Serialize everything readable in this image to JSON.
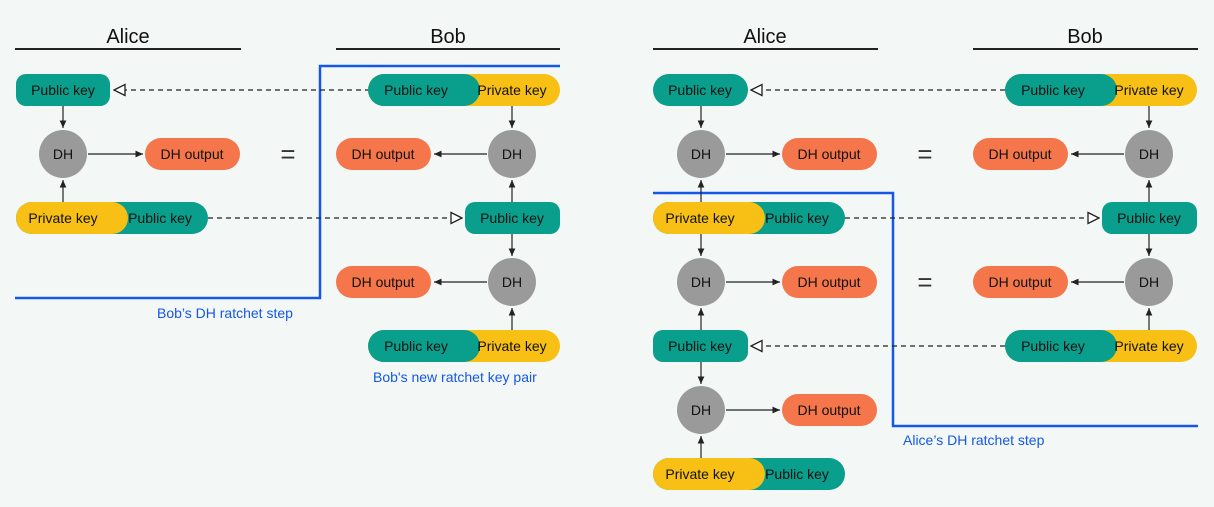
{
  "colors": {
    "public_key": "#0a9e8c",
    "private_key": "#f8bf14",
    "dh_output": "#f5764a",
    "dh_node": "#9a9a9a",
    "ratchet_line": "#1557e6",
    "arrow": "#222222",
    "background": "#f3f8f6"
  },
  "labels": {
    "public_key": "Public key",
    "private_key": "Private key",
    "dh": "DH",
    "dh_output": "DH output",
    "equals": "="
  },
  "left_panel": {
    "alice_header": "Alice",
    "bob_header": "Bob",
    "ratchet_caption": "Bob’s DH ratchet step",
    "new_keypair_caption": "Bob's new ratchet key pair"
  },
  "right_panel": {
    "alice_header": "Alice",
    "bob_header": "Bob",
    "ratchet_caption": "Alice’s DH ratchet step"
  }
}
